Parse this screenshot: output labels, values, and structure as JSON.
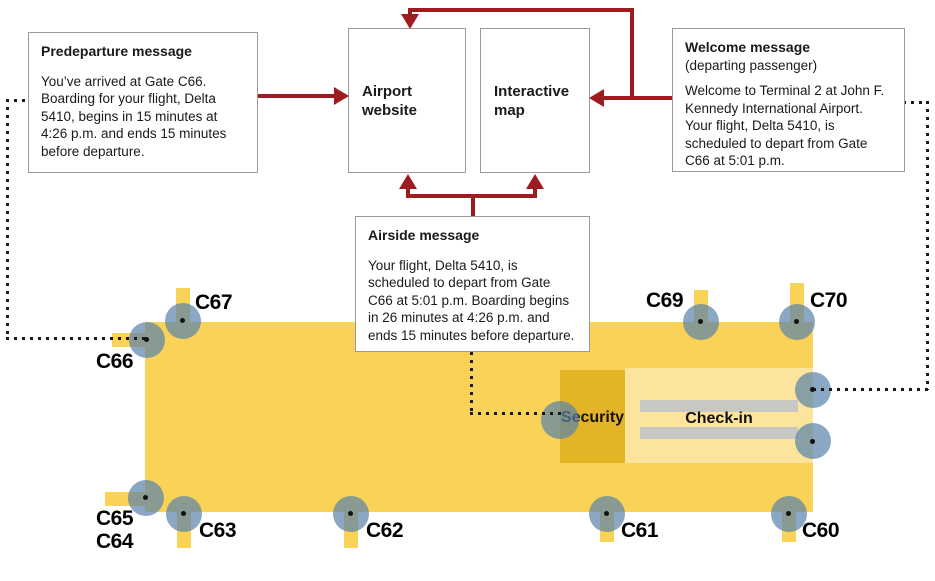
{
  "flow": {
    "predeparture": {
      "title": "Predeparture message",
      "body": "You’ve arrived at Gate C66. Boarding for your flight, Delta 5410, begins in 15 minutes at 4:26 p.m. and ends 15 minutes before departure."
    },
    "airport_website": {
      "label": "Airport website"
    },
    "interactive_map": {
      "label": "Interactive map"
    },
    "welcome": {
      "title": "Welcome message",
      "subtitle": "(departing passenger)",
      "body": "Welcome to Terminal 2 at John F. Kennedy International Airport. Your flight, Delta 5410, is scheduled to depart from Gate C66 at 5:01 p.m."
    },
    "airside": {
      "title": "Airside message",
      "body": "Your flight, Delta 5410, is scheduled to depart from Gate C66 at 5:01 p.m. Boarding begins in 26 minutes at 4:26 p.m. and ends 15 minutes before departure."
    }
  },
  "map": {
    "security_label": "Security",
    "checkin_label": "Check-in",
    "gate_labels": {
      "c60": "C60",
      "c61": "C61",
      "c62": "C62",
      "c63": "C63",
      "c64": "C64",
      "c65": "C65",
      "c66": "C66",
      "c67": "C67",
      "c69": "C69",
      "c70": "C70"
    }
  },
  "colors": {
    "arrow_red": "#9e1c20",
    "terminal_yellow": "#f8d358",
    "security_yellow": "#e3b426",
    "checkin_yellow": "#fce49d",
    "counter_gray": "#c7c7c3",
    "gate_marker_blue": "#5882aa"
  }
}
